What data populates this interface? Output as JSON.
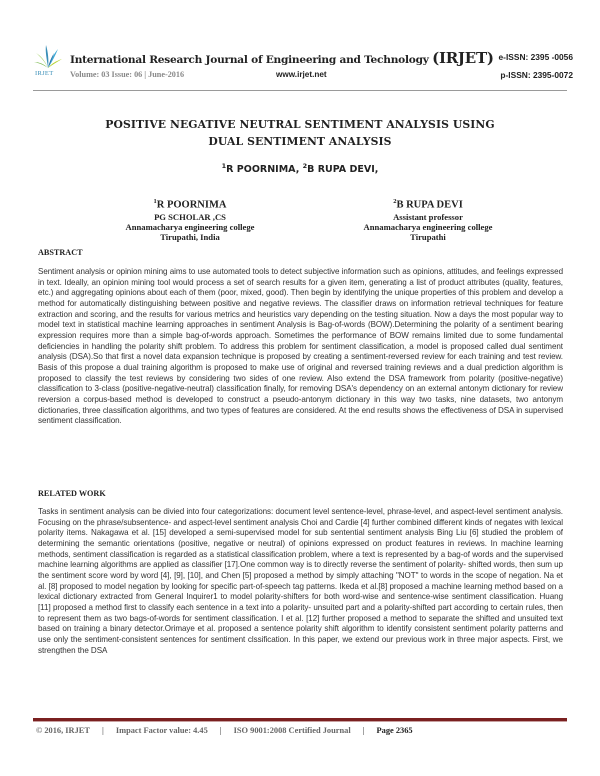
{
  "header": {
    "logo_icon": "irjet-leaf-logo-icon",
    "logo_text": "IRJET",
    "journal_name": "International Research Journal of Engineering and Technology",
    "journal_abbr": "(IRJET)",
    "e_issn": "e-ISSN: 2395 -0056",
    "volume_issue": "Volume: 03 Issue: 06 | June-2016",
    "website": "www.irjet.net",
    "p_issn": "p-ISSN: 2395-0072"
  },
  "paper": {
    "title_line1": "POSITIVE  NEGATIVE  NEUTRAL SENTIMENT ANALYSIS USING",
    "title_line2": "DUAL SENTIMENT ANALYSIS",
    "authors_line": {
      "a1_sup": "1",
      "a1_name": "R POORNIMA, ",
      "a2_sup": "2",
      "a2_name": "B RUPA DEVI,"
    },
    "authors": [
      {
        "sup": "1",
        "name": "R POORNIMA",
        "role": "PG SCHOLAR ,CS",
        "institution": "Annamacharya engineering college",
        "location": "Tirupathi, India"
      },
      {
        "sup": "2",
        "name": "B RUPA DEVI",
        "role": "Assistant professor",
        "institution": "Annamacharya engineering college",
        "location": "Tirupathi"
      }
    ]
  },
  "sections": {
    "abstract": {
      "heading": "ABSTRACT",
      "text": "Sentiment analysis or opinion mining aims to use automated tools to detect subjective information such as opinions, attitudes, and feelings expressed in text. Ideally, an opinion mining tool would process a set of search results for a given item, generating a list of product attributes (quality, features, etc.) and aggregating opinions about each of them (poor, mixed, good). Then begin by identifying the unique properties of this problem and develop a method for automatically distinguishing between positive and negative reviews. The classifier draws on information retrieval techniques for feature extraction and scoring, and the results for various metrics and heuristics vary depending on the testing situation. Now a days the most popular way to model text in statistical machine learning approaches in sentiment Analysis is Bag-of-words (BOW).Determining the polarity of a sentiment bearing expression requires more than a simple bag-of-words approach. Sometimes the performance of BOW remains limited due to some fundamental deficiencies in handling the polarity shift problem. To address this problem for sentiment classification, a model is proposed called dual sentiment analysis (DSA).So that first a novel data expansion technique is proposed by creating a sentiment-reversed review for each training and test review. Basis of this propose a dual training algorithm is proposed to make use of original and reversed training reviews and a dual prediction algorithm is proposed to classify the test reviews by considering two sides of one review. Also extend the DSA framework from polarity (positive-negative) classification to 3-class (positive-negative-neutral) classification finally, for removing DSA's dependency on an external antonym dictionary for review reversion a corpus-based method is developed to construct a pseudo-antonym dictionary in this way two tasks, nine datasets, two antonym dictionaries, three classification algorithms, and two types of features are considered. At the end results shows the effectiveness of DSA in supervised sentiment classification."
    },
    "related_work": {
      "heading": "RELATED WORK",
      "text": "Tasks in sentiment analysis can be divied into four categorizations: document level sentence-level, phrase-level, and aspect-level sentiment analysis. Focusing on the phrase/subsentence- and aspect-level sentiment analysis Choi and Cardie [4] further combined different kinds of negates with lexical polarity items. Nakagawa et al. [15] developed a semi-supervised model for sub sentential sentiment analysis Bing Liu [6] studied the problem of determining the semantic orientations (positive, negative or neutral) of opinions expressed on product features in reviews. In machine learning methods, sentiment classification is regarded as a statistical classification problem, where a text is represented by a bag-of words and the supervised machine learning algorithms are applied as classifier [17].One common way is to directly reverse the sentiment of polarity- shifted words, then sum up the sentiment score word by word [4], [9], [10], and Chen [5] proposed a method by simply attaching \"NOT\" to words in the scope of negation. Na et al. [8] proposed to model negation by looking for specific part-of-speech tag patterns. Ikeda et al.[8] proposed a machine learning method based on a lexical dictionary extracted from General Inquirer1 to model polarity-shifters for both word-wise and sentence-wise sentiment classification. Huang [11] proposed a method first to classify each sentence in a text into a polarity- unsuited part and a polarity-shifted part according to certain rules, then to represent them as two bags-of-words for sentiment classification. I et al. [12] further proposed a method to separate the shifted and unsuited text based on training a binary detector.Orimaye et al. proposed a sentence polarity shift algorithm to identify consistent sentiment polarity patterns and use only the sentiment-consistent sentences for sentiment clssification.  In this paper, we extend our previous work in three major aspects. First, we strengthen the DSA"
    }
  },
  "footer": {
    "copyright": "© 2016, IRJET",
    "impact_factor": "Impact Factor value: 4.45",
    "certification": "ISO 9001:2008 Certified Journal",
    "page": "Page 2365",
    "separator": "|"
  },
  "colors": {
    "footer_rule": "#7a2020",
    "header_rule": "#9a9a9a",
    "logo_green": "#8cc63f",
    "logo_blue": "#3a8fb8",
    "meta_gray": "#888888"
  }
}
